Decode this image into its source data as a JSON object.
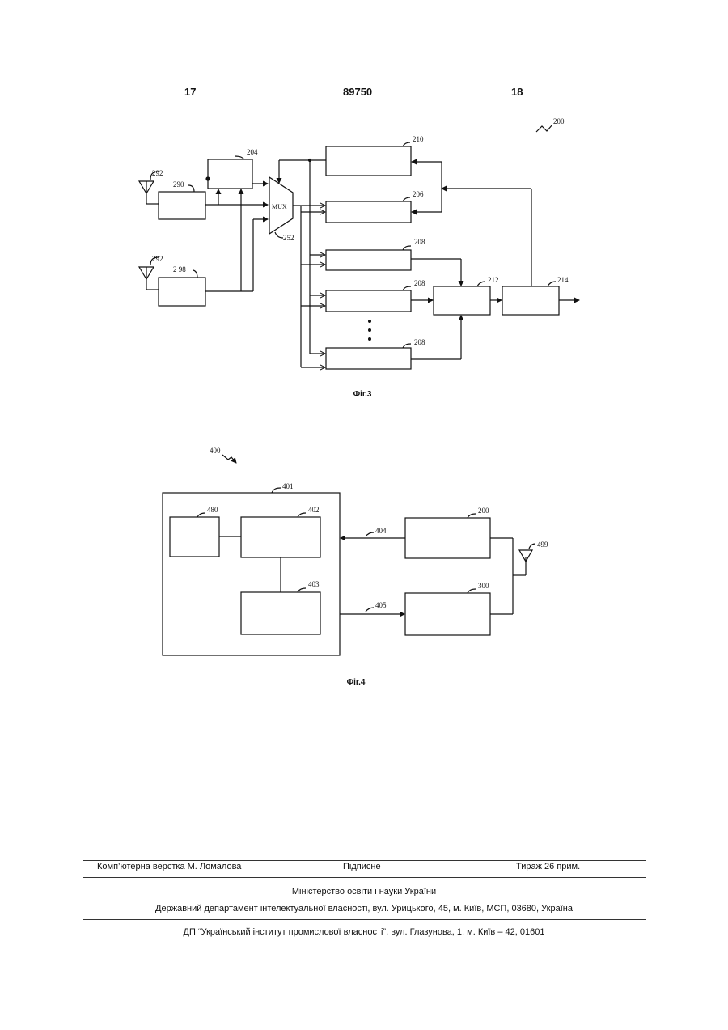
{
  "header": {
    "left_page": "17",
    "patent_number": "89750",
    "right_page": "18"
  },
  "figure3": {
    "caption": "Фіг.3",
    "ref_system": "200",
    "mux_label": "MUX",
    "refs": {
      "antenna_top": "292",
      "antenna_bottom": "292",
      "rx_top": "290",
      "rx_bottom": "2 98",
      "block_204": "204",
      "mux": "252",
      "block_210": "210",
      "block_206": "206",
      "block_208_a": "208",
      "block_208_b": "208",
      "block_208_c": "208",
      "block_212": "212",
      "block_214": "214"
    }
  },
  "figure4": {
    "caption": "Фіг.4",
    "refs": {
      "system": "400",
      "outer": "401",
      "block_480": "480",
      "block_402": "402",
      "block_403": "403",
      "link_404": "404",
      "link_405": "405",
      "block_200": "200",
      "block_300": "300",
      "antenna": "499"
    }
  },
  "footer": {
    "layout_credit": "Комп’ютерна верстка М. Ломалова",
    "subscription": "Підписне",
    "print_run": "Тираж 26 прим.",
    "ministry": "Міністерство освіти і науки України",
    "department": "Державний департамент інтелектуальної власності, вул. Урицького, 45, м. Київ, МСП, 03680, Україна",
    "institute": "ДП “Український інститут промислової власності”, вул. Глазунова, 1, м. Київ – 42, 01601"
  }
}
